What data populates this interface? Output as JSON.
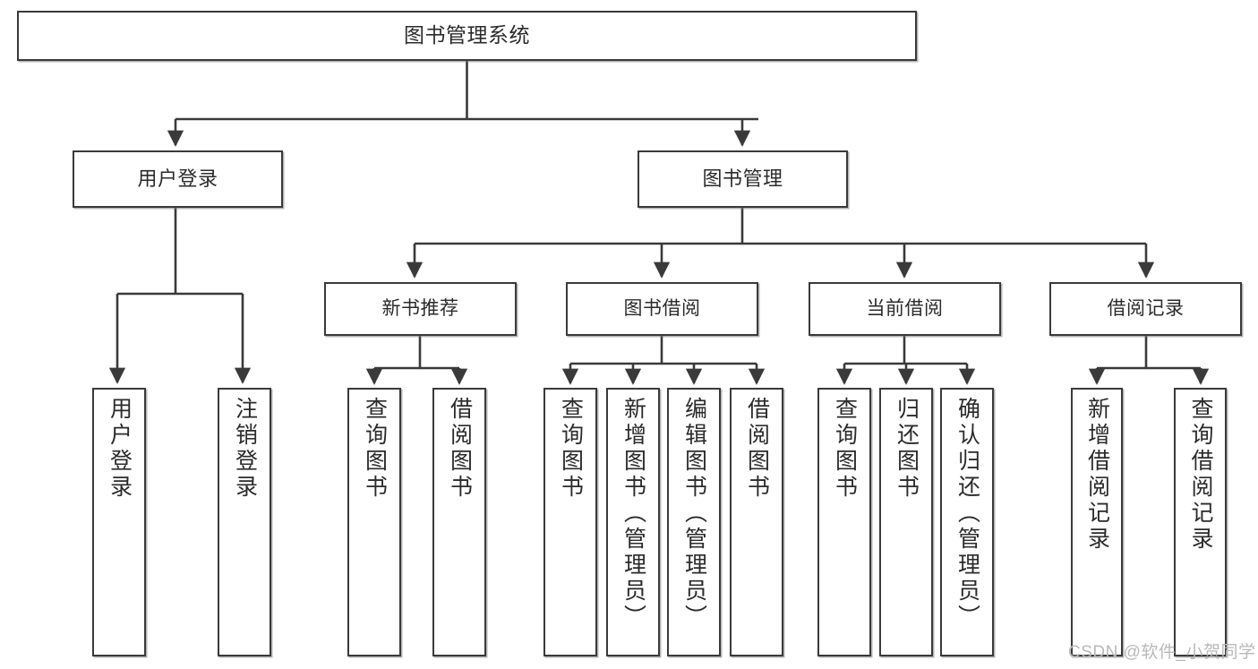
{
  "diagram": {
    "type": "tree",
    "title": "图书管理系统",
    "orientation": "top-down",
    "colors": {
      "box_border": "#3a3a3a",
      "box_fill": "#ffffff",
      "connector": "#3a3a3a",
      "text": "#2b2b2b",
      "watermark": "#b9b9b9",
      "background": "#ffffff"
    },
    "levels": {
      "root": {
        "label": "图书管理系统"
      },
      "level2": [
        {
          "id": "user-login",
          "label": "用户登录"
        },
        {
          "id": "book-manage",
          "label": "图书管理"
        }
      ],
      "level3": [
        {
          "id": "new-book-rec",
          "label": "新书推荐",
          "parent": "book-manage"
        },
        {
          "id": "book-borrow",
          "label": "图书借阅",
          "parent": "book-manage"
        },
        {
          "id": "current-borrow",
          "label": "当前借阅",
          "parent": "book-manage"
        },
        {
          "id": "borrow-record",
          "label": "借阅记录",
          "parent": "book-manage"
        }
      ],
      "leaves": [
        {
          "id": "leaf-user-login",
          "label": "用户登录",
          "parent": "user-login"
        },
        {
          "id": "leaf-user-logout",
          "label": "注销登录",
          "parent": "user-login"
        },
        {
          "id": "leaf-query-book-1",
          "label": "查询图书",
          "parent": "new-book-rec"
        },
        {
          "id": "leaf-borrow-book-1",
          "label": "借阅图书",
          "parent": "new-book-rec"
        },
        {
          "id": "leaf-query-book-2",
          "label": "查询图书",
          "parent": "book-borrow"
        },
        {
          "id": "leaf-add-book",
          "label": "新增图书（管理员）",
          "parent": "book-borrow"
        },
        {
          "id": "leaf-edit-book",
          "label": "编辑图书（管理员）",
          "parent": "book-borrow"
        },
        {
          "id": "leaf-borrow-book-2",
          "label": "借阅图书",
          "parent": "book-borrow"
        },
        {
          "id": "leaf-query-book-3",
          "label": "查询图书",
          "parent": "current-borrow"
        },
        {
          "id": "leaf-return-book",
          "label": "归还图书",
          "parent": "current-borrow"
        },
        {
          "id": "leaf-confirm-return",
          "label": "确认归还（管理员）",
          "parent": "current-borrow"
        },
        {
          "id": "leaf-add-record",
          "label": "新增借阅记录",
          "parent": "borrow-record"
        },
        {
          "id": "leaf-query-record",
          "label": "查询借阅记录",
          "parent": "borrow-record"
        }
      ]
    }
  },
  "watermark": {
    "text": "CSDN @软件_小贺同学"
  }
}
